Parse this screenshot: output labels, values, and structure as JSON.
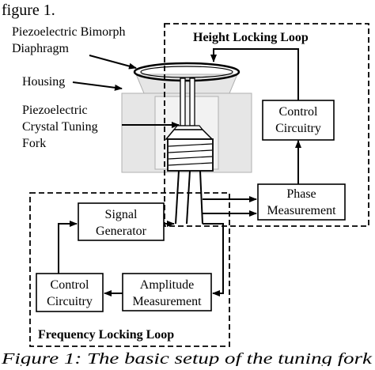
{
  "header_fragment": "figure 1.",
  "labels": {
    "bimorph_line1": "Piezoelectric Bimorph",
    "bimorph_line2": "Diaphragm",
    "housing": "Housing",
    "fork_line1": "Piezoelectric",
    "fork_line2": "Crystal Tuning",
    "fork_line3": "Fork"
  },
  "loops": {
    "height": "Height Locking Loop",
    "frequency": "Frequency Locking Loop"
  },
  "boxes": {
    "control_top_line1": "Control",
    "control_top_line2": "Circuitry",
    "phase_line1": "Phase",
    "phase_line2": "Measurement",
    "signal_line1": "Signal",
    "signal_line2": "Generator",
    "amplitude_line1": "Amplitude",
    "amplitude_line2": "Measurement",
    "control_bottom_line1": "Control",
    "control_bottom_line2": "Circuitry"
  },
  "caption": "Figure 1: The basic setup of the tuning fork"
}
